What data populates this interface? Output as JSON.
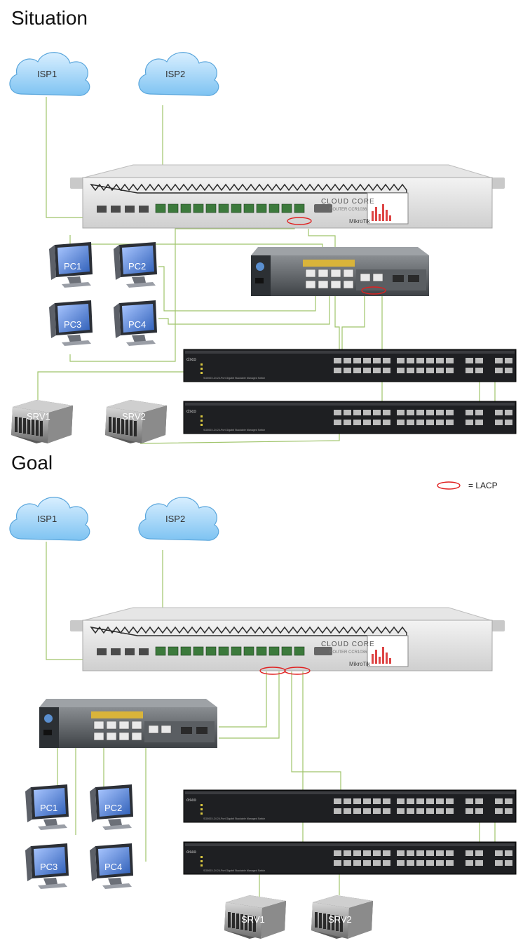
{
  "sections": {
    "situation": "Situation",
    "goal": "Goal"
  },
  "legend": {
    "label": "= LACP",
    "color": "#e02020"
  },
  "nodes": {
    "isp1": "ISP1",
    "isp2": "ISP2",
    "pc1": "PC1",
    "pc2": "PC2",
    "pc3": "PC3",
    "pc4": "PC4",
    "srv1": "SRV1",
    "srv2": "SRV2"
  },
  "devices": {
    "router_name": "CLOUD CORE",
    "router_model": "ROUTER CCR1036",
    "router_brand": "MikroTik",
    "switch_brand": "cisco",
    "switch_caption": "SG500X-24 24-Port Gigabit Stackable Managed Switch"
  },
  "colors": {
    "cable": "#9fc46a",
    "lacp": "#e02020"
  }
}
